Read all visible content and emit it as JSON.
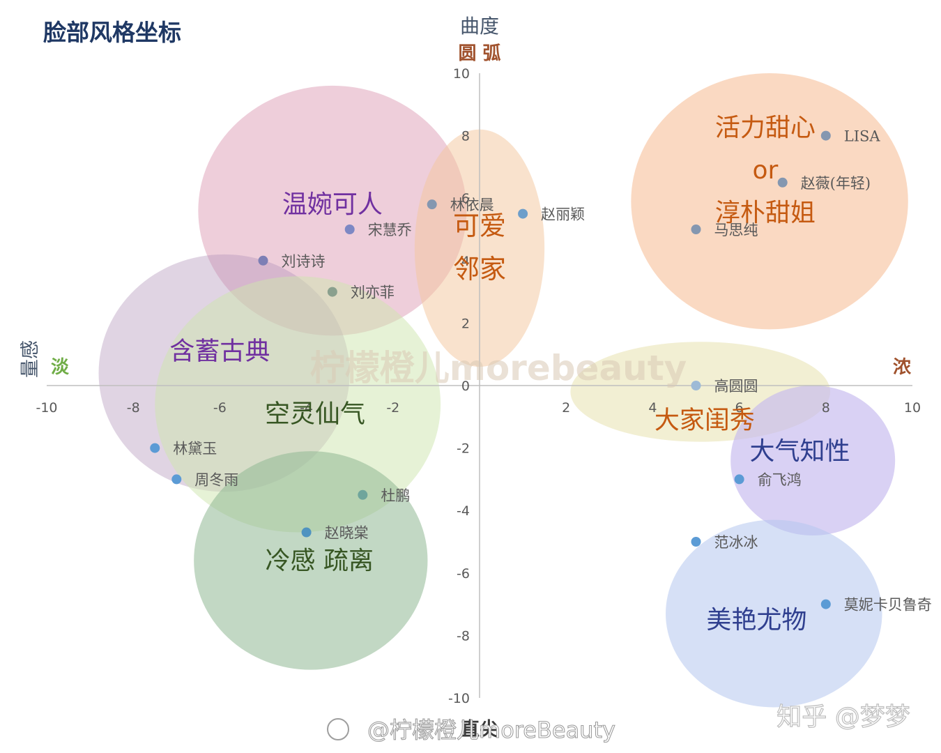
{
  "chart_data": {
    "type": "scatter",
    "title": "脸部风格坐标",
    "xlim": [
      -10,
      10
    ],
    "ylim": [
      -10,
      10
    ],
    "x_ticks": [
      -10,
      -8,
      -6,
      -4,
      -2,
      0,
      2,
      4,
      6,
      8,
      10
    ],
    "y_ticks": [
      -10,
      -8,
      -6,
      -4,
      -2,
      0,
      2,
      4,
      6,
      8,
      10
    ],
    "axis_labels": {
      "y_top_1": "曲度",
      "y_top_2": "圆 弧",
      "y_bottom": "直尖",
      "x_left_1": "量感",
      "x_left_2": "淡",
      "x_right": "浓"
    },
    "grid": false,
    "points": [
      {
        "name": "LISA",
        "x": 8,
        "y": 8,
        "color": "#8497b0"
      },
      {
        "name": "赵薇(年轻)",
        "x": 7,
        "y": 6.5,
        "color": "#8497b0"
      },
      {
        "name": "马思纯",
        "x": 5,
        "y": 5,
        "color": "#8497b0"
      },
      {
        "name": "林依晨",
        "x": -1.1,
        "y": 5.8,
        "color": "#8497b0"
      },
      {
        "name": "赵丽颖",
        "x": 1,
        "y": 5.5,
        "color": "#6d9eca"
      },
      {
        "name": "宋慧乔",
        "x": -3,
        "y": 5,
        "color": "#7d88c4"
      },
      {
        "name": "刘诗诗",
        "x": -5,
        "y": 4,
        "color": "#7d7fb5"
      },
      {
        "name": "刘亦菲",
        "x": -3.4,
        "y": 3,
        "color": "#8aa08e"
      },
      {
        "name": "高圆圆",
        "x": 5,
        "y": 0,
        "color": "#9dbad6"
      },
      {
        "name": "林黛玉",
        "x": -7.5,
        "y": -2,
        "color": "#5b9bd5"
      },
      {
        "name": "周冬雨",
        "x": -7,
        "y": -3,
        "color": "#5b9bd5"
      },
      {
        "name": "杜鹏",
        "x": -2.7,
        "y": -3.5,
        "color": "#6fa59c"
      },
      {
        "name": "赵晓棠",
        "x": -4,
        "y": -4.7,
        "color": "#4f93c0"
      },
      {
        "name": "俞飞鸿",
        "x": 6,
        "y": -3,
        "color": "#5b9bd5"
      },
      {
        "name": "范冰冰",
        "x": 5,
        "y": -5,
        "color": "#5b9bd5"
      },
      {
        "name": "莫妮卡贝鲁奇",
        "x": 8,
        "y": -7,
        "color": "#5b9bd5"
      }
    ],
    "regions": [
      {
        "label": "温婉可人",
        "cx": -3.4,
        "cy": 5.6,
        "rx": 3.1,
        "ry": 4.0,
        "fill": "#d78aa8",
        "opacity": 0.42,
        "text_color": "#7030a0"
      },
      {
        "label": "含蓄古典",
        "cx": -5.9,
        "cy": 0.4,
        "rx": 2.9,
        "ry": 3.8,
        "fill": "#b193b9",
        "opacity": 0.4,
        "text_color": "#7030a0"
      },
      {
        "label": "空灵仙气",
        "cx": -4.2,
        "cy": -0.6,
        "rx": 3.3,
        "ry": 4.1,
        "fill": "#cde5ae",
        "opacity": 0.5,
        "text_color": "#375623"
      },
      {
        "label": "冷感 疏离",
        "cx": -3.9,
        "cy": -5.6,
        "rx": 2.7,
        "ry": 3.5,
        "fill": "#8fb894",
        "opacity": 0.55,
        "text_color": "#375623"
      },
      {
        "label": "可爱\n邻家",
        "cx": 0,
        "cy": 4.4,
        "rx": 1.5,
        "ry": 3.8,
        "fill": "#f4c59b",
        "opacity": 0.5,
        "text_color": "#c55a11"
      },
      {
        "label": "活力甜心\nor\n淳朴甜姐",
        "cx": 6.7,
        "cy": 5.9,
        "rx": 3.2,
        "ry": 4.1,
        "fill": "#f7c09a",
        "opacity": 0.6,
        "text_color": "#c55a11"
      },
      {
        "label": "大家闺秀",
        "cx": 5.1,
        "cy": -0.2,
        "rx": 3.0,
        "ry": 1.6,
        "fill": "#eeeac4",
        "opacity": 0.75,
        "text_color": "#c55a11"
      },
      {
        "label": "大气知性",
        "cx": 7.7,
        "cy": -2.4,
        "rx": 1.9,
        "ry": 2.4,
        "fill": "#c4b9ee",
        "opacity": 0.65,
        "text_color": "#2f3f8f"
      },
      {
        "label": "美艳尤物",
        "cx": 6.8,
        "cy": -7.3,
        "rx": 2.5,
        "ry": 3.0,
        "fill": "#b4c7ee",
        "opacity": 0.55,
        "text_color": "#2f3f8f"
      }
    ],
    "watermarks": [
      "柠檬橙儿morebeauty",
      "知乎 @梦梦",
      "@柠檬橙儿moreBeauty"
    ]
  }
}
